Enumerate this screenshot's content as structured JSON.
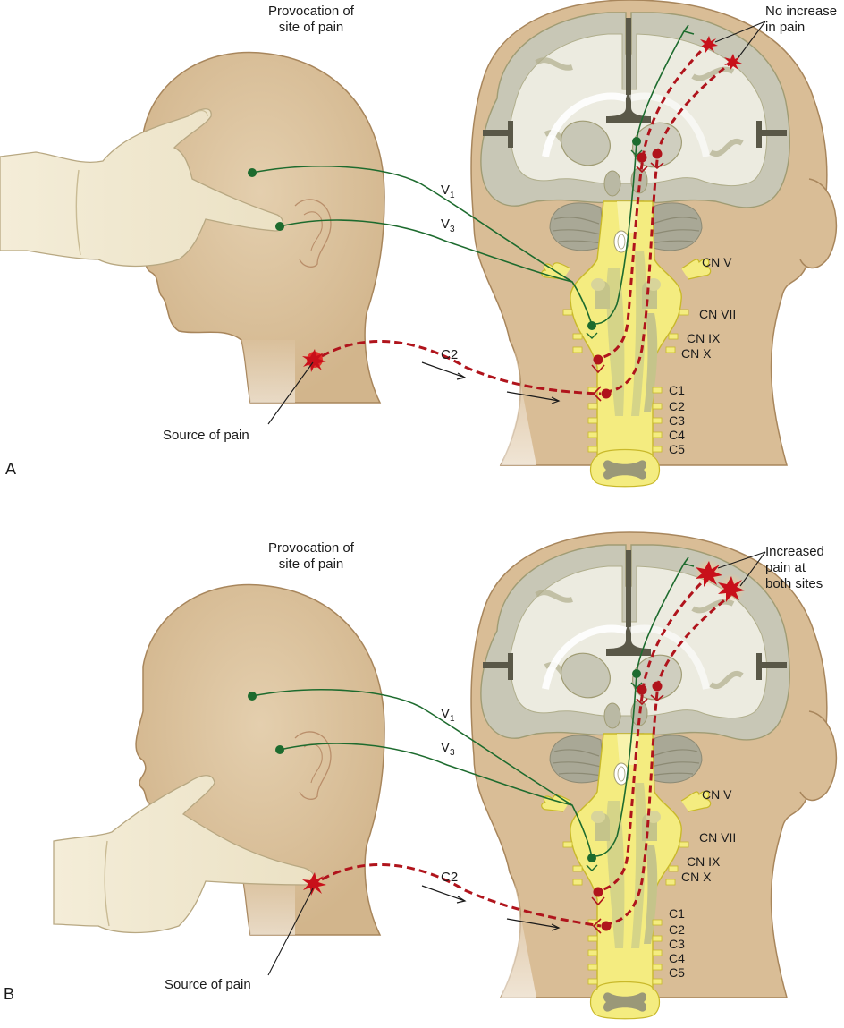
{
  "colors": {
    "skin": "#dcc3a0",
    "skin_edge": "#a8865c",
    "glove": "#efe6cc",
    "glove_edge": "#b8a882",
    "brain_white": "#ecebe0",
    "brain_gray": "#c8c7b6",
    "brain_edge": "#a09c74",
    "brainstem": "#f4ec80",
    "brainstem_edge": "#c9b92a",
    "nerve_green": "#1d6b2e",
    "pain_red": "#b0141c",
    "ventricle": "#5a5848"
  },
  "panels": [
    {
      "letter": "A",
      "title_line1": "Provocation of",
      "title_line2": "site of pain",
      "callout_line1": "No increase",
      "callout_line2": "in pain",
      "callout_line3": "",
      "source_label": "Source of pain",
      "nerve_v1": "V",
      "nerve_v1_sub": "1",
      "nerve_v3": "V",
      "nerve_v3_sub": "3",
      "nerve_c2": "C2",
      "pain_intensity": "normal",
      "finger_position": "temple"
    },
    {
      "letter": "B",
      "title_line1": "Provocation of",
      "title_line2": "site of pain",
      "callout_line1": "Increased",
      "callout_line2": "pain at",
      "callout_line3": "both sites",
      "source_label": "Source of pain",
      "nerve_v1": "V",
      "nerve_v1_sub": "1",
      "nerve_v3": "V",
      "nerve_v3_sub": "3",
      "nerve_c2": "C2",
      "pain_intensity": "increased",
      "finger_position": "neck"
    }
  ],
  "cranial_nerves": [
    "CN V",
    "CN VII",
    "CN IX",
    "CN X"
  ],
  "cervical_nerves": [
    "C1",
    "C2",
    "C3",
    "C4",
    "C5"
  ]
}
